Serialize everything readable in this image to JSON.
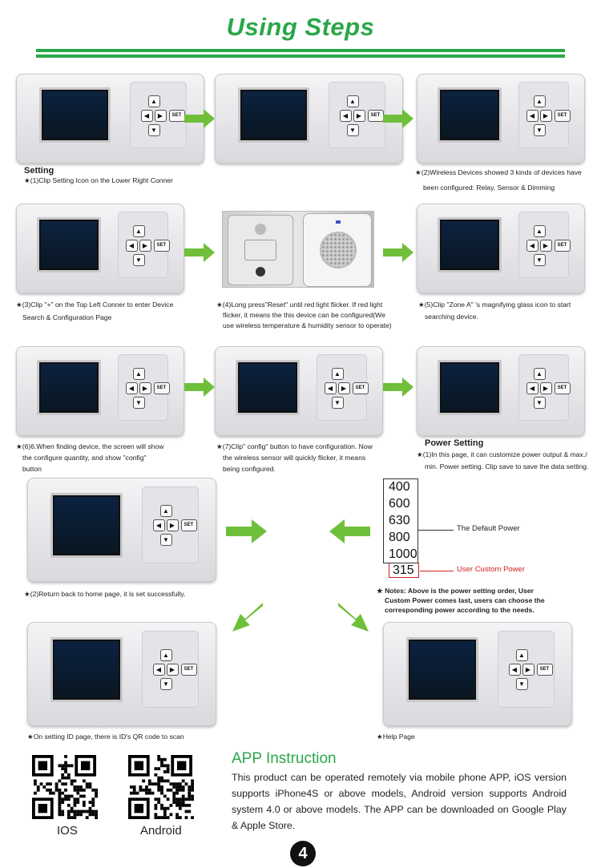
{
  "header": {
    "title": "Using Steps"
  },
  "section_titles": {
    "setting": "Setting",
    "power_setting": "Power Setting"
  },
  "captions": {
    "c1": "★(1)Clip Setting Icon on the Lower Right Conner",
    "c2a": "★(2)Wireless Devices showed 3 kinds of devices have",
    "c2b": "been configured: Relay, Sensor & Dimming",
    "c3a": "★(3)Clip \"+\" on the Top Left Conner to enter Device",
    "c3b": "Search & Configuration Page",
    "c4a": "★(4)Long press\"Reset\" until red light flicker. If red light",
    "c4b": "flicker, it means the this device can be configured(We",
    "c4c": "use wireless temperature & humidity sensor to operate)",
    "c5a": "★(5)Clip \"Zone A\" 's magnifying glass icon to start",
    "c5b": "searching device.",
    "c6a": "★(6)6.When finding device, the screen will show",
    "c6b": "the configure quantity, and show \"config\"",
    "c6c": "button",
    "c7a": "★(7)Clip\" config\" button to have configuration. Now",
    "c7b": "the wireless sensor will quickly flicker, it means",
    "c7c": "being configured.",
    "p1a": "★(1)In this page, it can customize power output & max./",
    "p1b": "min. Power setting. Clip save to save the data setting.",
    "p2": "★(2)Return back to home page, it is set successfully.",
    "note_a": "★ Notes: Above is the power setting order, User",
    "note_b": "Custom Power comes last, users can choose the",
    "note_c": "corresponding power according to the needs.",
    "qr_page": "★On setting ID page, there is ID's QR code to scan",
    "help": "★Help Page"
  },
  "power_list": {
    "values": [
      "400",
      "600",
      "630",
      "800",
      "1000",
      "315"
    ],
    "default_label": "The Default Power",
    "custom_label": "User Custom Power"
  },
  "device": {
    "set_label": "SET",
    "up": "▲",
    "down": "▼",
    "left": "◀",
    "right": "▶"
  },
  "app": {
    "title": "APP Instruction",
    "text": "This product can be operated remotely via mobile phone APP, iOS version supports iPhone4S or above models, Android version supports Android system 4.0 or above models. The APP can be downloaded on Google Play & Apple Store.",
    "ios_label": "IOS",
    "android_label": "Android"
  },
  "page_number": "4",
  "colors": {
    "accent": "#29a848",
    "marker": "#d42020"
  }
}
